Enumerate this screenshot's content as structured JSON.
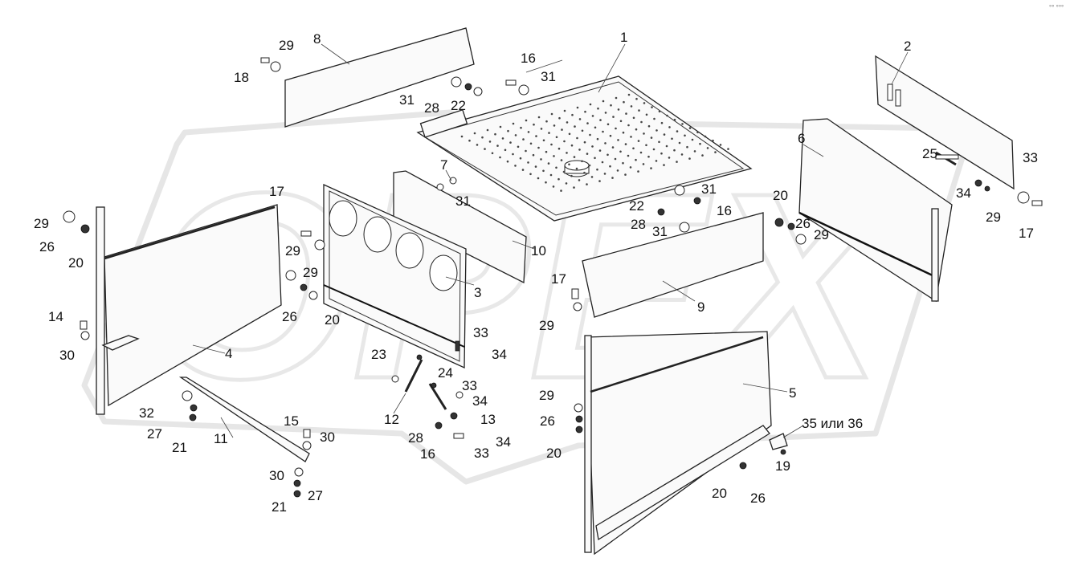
{
  "diagram": {
    "callouts": [
      "1",
      "2",
      "3",
      "4",
      "5",
      "6",
      "7",
      "8",
      "9",
      "10",
      "11",
      "12",
      "13",
      "14",
      "15",
      "16",
      "17",
      "18",
      "19",
      "20",
      "21",
      "22",
      "23",
      "24",
      "25",
      "26",
      "27",
      "28",
      "29",
      "30",
      "31",
      "32",
      "33",
      "34",
      "35 или 36"
    ],
    "watermark": "OPEX",
    "corner_mark": "°° °°°"
  }
}
